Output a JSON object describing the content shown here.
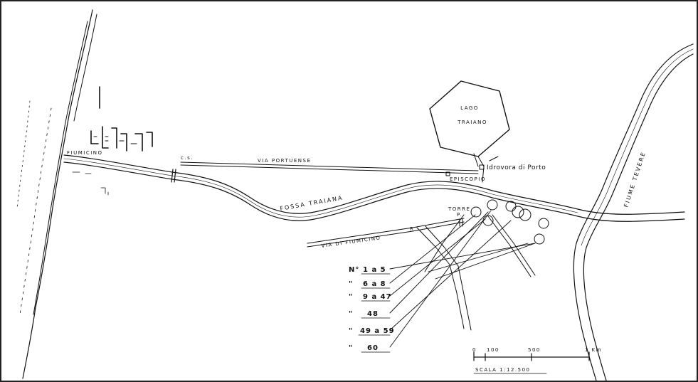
{
  "labels": {
    "lago_line1": "LAGO",
    "lago_line2": "TRAIANO",
    "idrovora": "Idrovora di Porto",
    "episcopio": "EPISCOPIO",
    "via_portuense": "VIA PORTUENSE",
    "fossa_traiana": "FOSSA TRAIANA",
    "via_fiumicino": "VIA DI FIUMICINO",
    "fiume_tevere": "FIUME TEVERE",
    "fiumicino": "FIUMICINO",
    "torre_line1": "TORRE",
    "torre_line2": "P."
  },
  "legend": [
    {
      "prefix": "N°",
      "value": "1 a 5"
    },
    {
      "prefix": "\"",
      "value": "6 a 8"
    },
    {
      "prefix": "\"",
      "value": "9 a 47"
    },
    {
      "prefix": "\"",
      "value": "48"
    },
    {
      "prefix": "\"",
      "value": "49 a 59"
    },
    {
      "prefix": "\"",
      "value": "60"
    }
  ],
  "scale": {
    "ticks": [
      "0",
      "100",
      "500",
      "1 Km"
    ],
    "caption": "SCALA 1:12.500"
  },
  "colors": {
    "ink": "#111111",
    "paper": "#ffffff"
  }
}
